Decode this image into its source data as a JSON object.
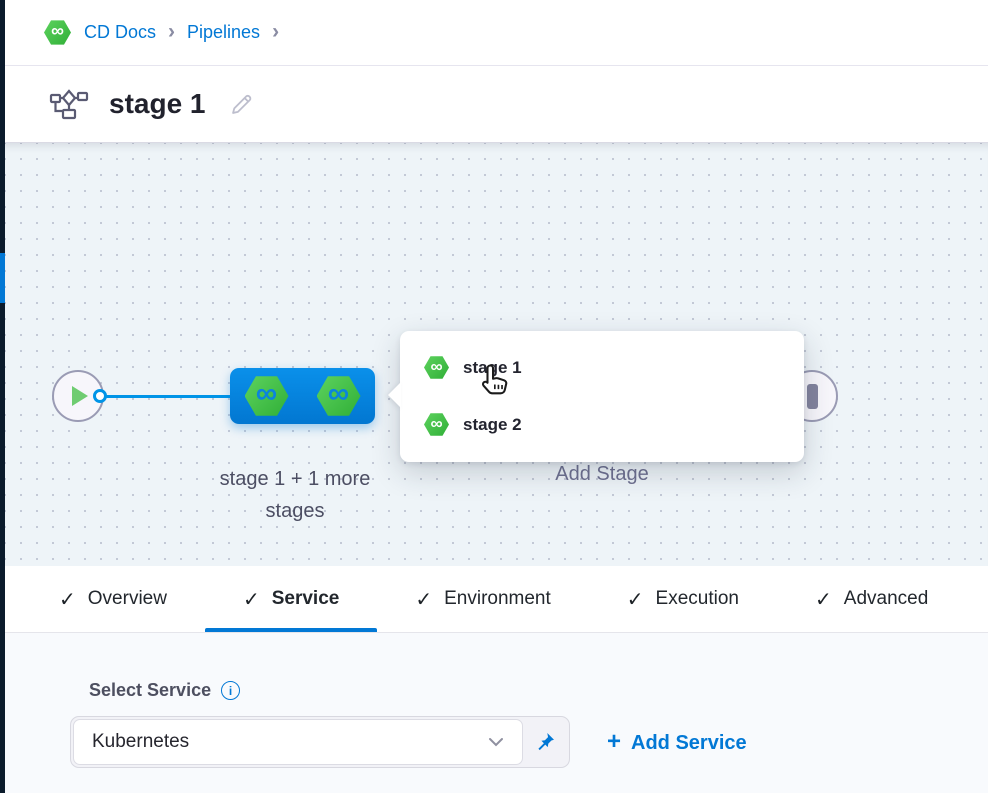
{
  "colors": {
    "accent": "#0278D5",
    "connector_blue": "#0094E7",
    "node_blue": "#0886E2",
    "hex_green": "#42BA44",
    "nav_rail_dark": "#0B1B2C",
    "title_text": "#21222D",
    "canvas_bg": "#EEF4F8"
  },
  "icons": {
    "check": "✓",
    "infinity": "∞",
    "separator": "›",
    "plus": "+",
    "info": "i",
    "harness_logo": "green-hexagon-infinity"
  },
  "breadcrumb": {
    "items": [
      {
        "label": "CD Docs"
      },
      {
        "label": "Pipelines"
      }
    ]
  },
  "header": {
    "title": "stage 1"
  },
  "canvas": {
    "stage_group": {
      "label_line1": "stage 1 + 1 more",
      "label_line2": "stages"
    },
    "add_stage_label": "Add Stage",
    "popover": {
      "items": [
        {
          "label": "stage 1"
        },
        {
          "label": "stage 2"
        }
      ]
    }
  },
  "tabs": {
    "items": [
      {
        "label": "Overview",
        "selected": false
      },
      {
        "label": "Service",
        "selected": true
      },
      {
        "label": "Environment",
        "selected": false
      },
      {
        "label": "Execution",
        "selected": false
      },
      {
        "label": "Advanced",
        "selected": false
      }
    ]
  },
  "service_panel": {
    "label": "Select Service",
    "selected_value": "Kubernetes",
    "add_service_label": "Add Service"
  }
}
